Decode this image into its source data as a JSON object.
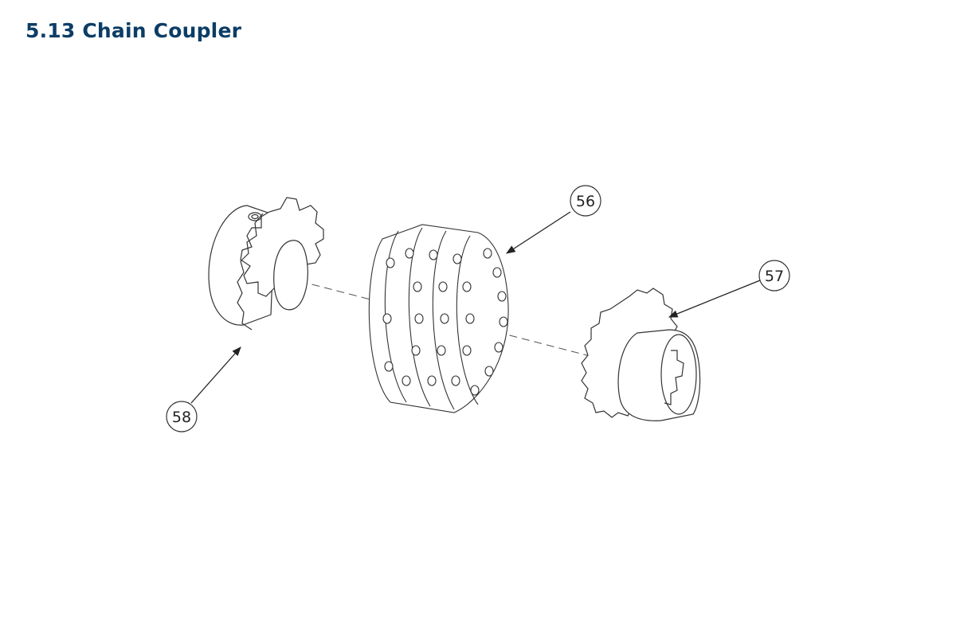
{
  "header": {
    "title": "5.13 Chain Coupler"
  },
  "callouts": [
    {
      "id": "chain",
      "number": "56"
    },
    {
      "id": "right-sprocket",
      "number": "57"
    },
    {
      "id": "left-sprocket",
      "number": "58"
    }
  ],
  "colors": {
    "title": "#0b3d66",
    "line": "#333333",
    "fill": "#ffffff"
  }
}
